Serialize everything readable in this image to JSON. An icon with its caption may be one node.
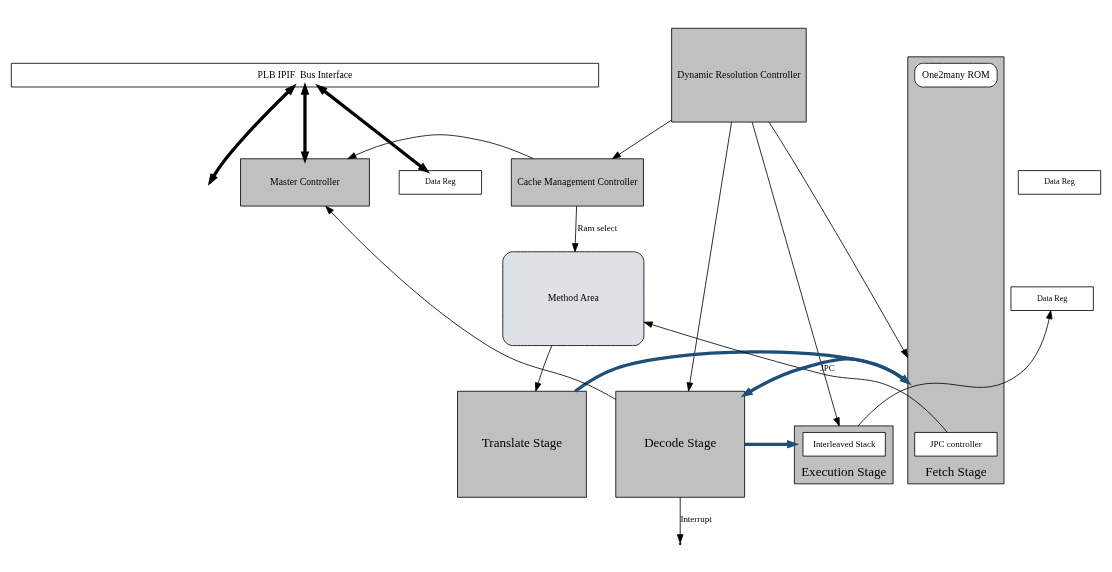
{
  "diagram": {
    "nodes": [
      {
        "text": [
          "PLB IPIF  Bus Interface"
        ]
      },
      {
        "text": [
          "Method Area"
        ]
      },
      {
        "text": [
          "Master Controller"
        ]
      },
      {
        "text": [
          "Cache Management Controller"
        ]
      },
      {
        "text": [
          "Dynamic Resolution Controller"
        ]
      },
      {
        "text": [
          "Data Reg"
        ]
      },
      {
        "text": [
          "Data Reg"
        ]
      },
      {
        "text": [
          "Data Reg"
        ]
      },
      {
        "text": [
          "Translate Stage"
        ]
      },
      {
        "text": [
          "Fetch Stage"
        ]
      },
      {
        "text": [
          "JPC controller"
        ],
        "in": 9
      },
      {
        "text": [
          "One2many ROM"
        ],
        "in": 9
      },
      {
        "text": [
          "Decode Stage"
        ]
      },
      {
        "text": [
          "Execution Stage"
        ]
      },
      {
        "text": [
          "Interleaved Stack"
        ],
        "in": 13
      }
    ],
    "edges": [
      {
        "from": 0,
        "to": 2,
        "arrow": "both",
        "style": "thick"
      },
      {
        "from": 0,
        "to": null,
        "arrow": "both",
        "style": "thick"
      },
      {
        "from": 0,
        "to": 5,
        "arrow": "both",
        "style": "thick"
      },
      {
        "from": 3,
        "to": 2,
        "arrow": "to"
      },
      {
        "from": 3,
        "to": 1,
        "arrow": "to",
        "label": "Ram select"
      },
      {
        "from": 4,
        "to": 3,
        "arrow": "to"
      },
      {
        "from": 12,
        "to": 2,
        "arrow": "to"
      },
      {
        "from": 12,
        "to": null,
        "arrow": "to",
        "label": "Interrupt"
      },
      {
        "from": 4,
        "to": 9,
        "arrow": "to"
      },
      {
        "from": 4,
        "to": 12,
        "arrow": "to"
      },
      {
        "from": 4,
        "to": 13,
        "arrow": "to"
      },
      {
        "from": 10,
        "to": 1,
        "arrow": "to",
        "label": "JPC"
      },
      {
        "from": 1,
        "to": 8,
        "arrow": "to"
      },
      {
        "from": 8,
        "to": 9,
        "arrow": "to",
        "style": "thick",
        "color": "#1f4e79"
      },
      {
        "from": 9,
        "to": 12,
        "arrow": "to",
        "style": "thick",
        "color": "#1f4e79"
      },
      {
        "from": 12,
        "to": 13,
        "arrow": "to",
        "style": "thick",
        "color": "#1f4e79"
      },
      {
        "from": 13,
        "to": 7,
        "arrow": "to"
      }
    ]
  }
}
